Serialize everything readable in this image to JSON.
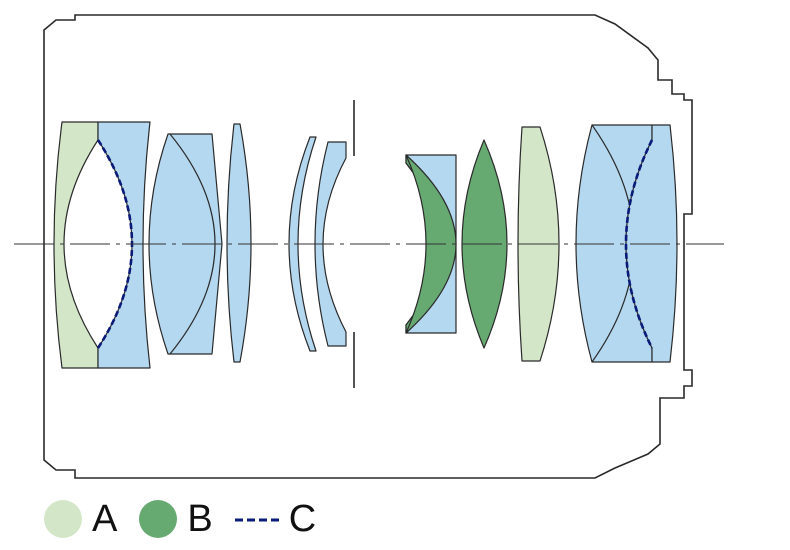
{
  "legend": [
    {
      "label": "A",
      "kind": "swatch",
      "color": "#d3e7c8"
    },
    {
      "label": "B",
      "kind": "swatch",
      "color": "#66aa72"
    },
    {
      "label": "C",
      "kind": "dashed-line",
      "color": "#0a1a78"
    }
  ],
  "colors": {
    "element_blue": "#b3d8f0",
    "element_a": "#d3e7c8",
    "element_b": "#66aa72",
    "aspherical_line": "#0a1a78",
    "outline": "#2a2a2a"
  }
}
